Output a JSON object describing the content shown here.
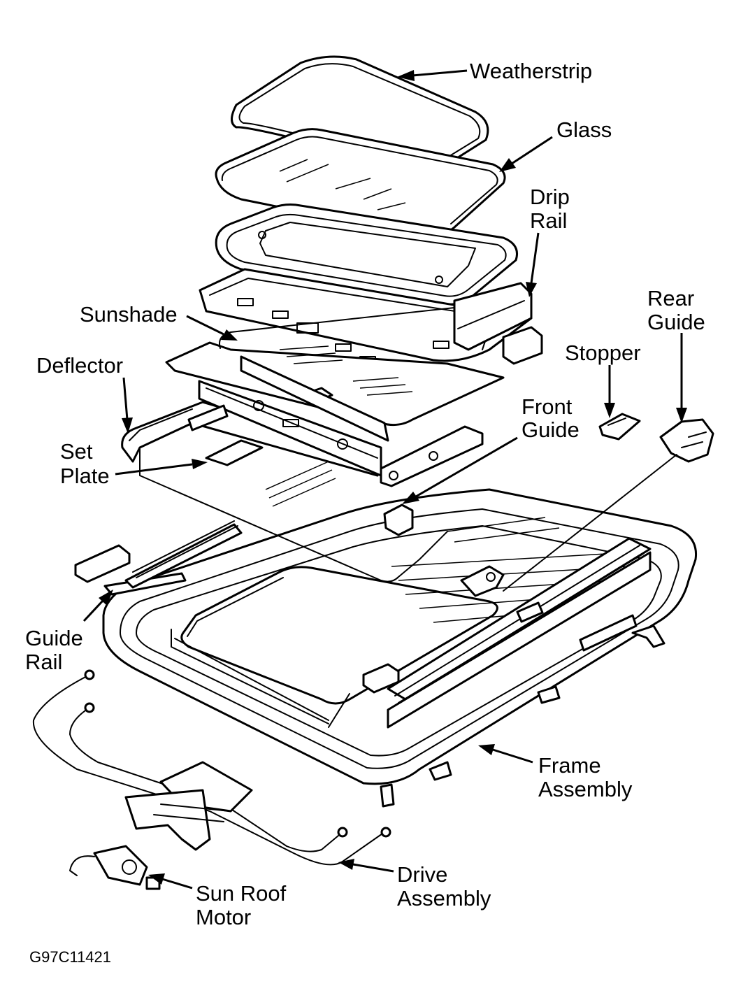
{
  "labels": {
    "weatherstrip": "Weatherstrip",
    "glass": "Glass",
    "drip_rail_1": "Drip",
    "drip_rail_2": "Rail",
    "rear_guide_1": "Rear",
    "rear_guide_2": "Guide",
    "sunshade": "Sunshade",
    "stopper": "Stopper",
    "deflector": "Deflector",
    "front_guide_1": "Front",
    "front_guide_2": "Guide",
    "set_plate_1": "Set",
    "set_plate_2": "Plate",
    "guide_rail_1": "Guide",
    "guide_rail_2": "Rail",
    "frame_assembly_1": "Frame",
    "frame_assembly_2": "Assembly",
    "drive_assembly_1": "Drive",
    "drive_assembly_2": "Assembly",
    "sun_roof_motor_1": "Sun Roof",
    "sun_roof_motor_2": "Motor"
  },
  "figure_code": "G97C11421",
  "colors": {
    "ink": "#000000",
    "paper": "#ffffff"
  }
}
